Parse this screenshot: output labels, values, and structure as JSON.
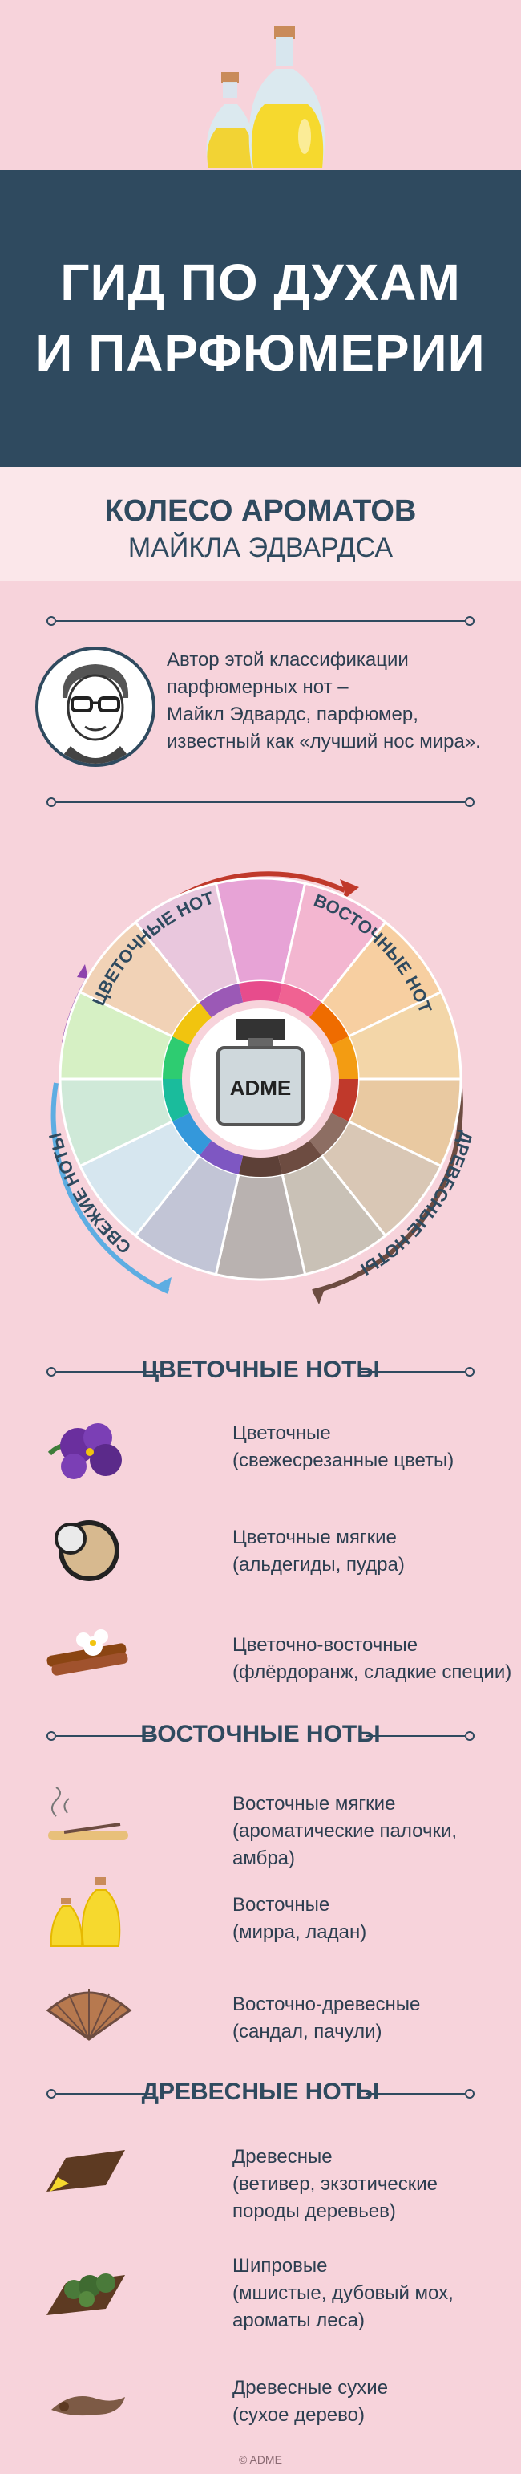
{
  "header": {
    "title_line1": "ГИД ПО ДУХАМ",
    "title_line2": "И ПАРФЮМЕРИИ"
  },
  "subheader": {
    "line1": "КОЛЕСО АРОМАТОВ",
    "line2": "МАЙКЛА ЭДВАРДСА"
  },
  "author": {
    "line1": "Автор этой классификации",
    "line2": "парфюмерных нот –",
    "line3": "Майкл Эдвардс, парфюмер,",
    "line4": "известный как «лучший нос мира»."
  },
  "wheel": {
    "center_label": "ADME",
    "label_floral": "ЦВЕТОЧНЫЕ НОТЫ",
    "label_oriental": "ВОСТОЧНЫЕ НОТЫ",
    "label_woody": "ДРЕВЕСНЫЕ НОТЫ",
    "label_fresh": "СВЕЖИЕ НОТЫ",
    "colors": {
      "floral": "#9b59b6",
      "oriental": "#e74c3c",
      "woody": "#7f5539",
      "fresh": "#27ae60"
    }
  },
  "sections": {
    "floral": {
      "title": "ЦВЕТОЧНЫЕ НОТЫ",
      "items": [
        {
          "line1": "Цветочные",
          "line2": "(свежесрезанные цветы)"
        },
        {
          "line1": "Цветочные мягкие",
          "line2": "(альдегиды, пудра)"
        },
        {
          "line1": "Цветочно-восточные",
          "line2": "(флёрдоранж, сладкие специи)"
        }
      ]
    },
    "oriental": {
      "title": "ВОСТОЧНЫЕ НОТЫ",
      "items": [
        {
          "line1": "Восточные мягкие",
          "line2": "(ароматические палочки, амбра)"
        },
        {
          "line1": "Восточные",
          "line2": "(мирра, ладан)"
        },
        {
          "line1": "Восточно-древесные",
          "line2": "(сандал, пачули)"
        }
      ]
    },
    "woody": {
      "title": "ДРЕВЕСНЫЕ НОТЫ",
      "items": [
        {
          "line1": "Древесные",
          "line2": "(ветивер, экзотические",
          "line3": "породы деревьев)"
        },
        {
          "line1": "Шипровые",
          "line2": "(мшистые, дубовый мох,",
          "line3": "ароматы леса)"
        },
        {
          "line1": "Древесные сухие",
          "line2": "(сухое дерево)"
        }
      ]
    }
  },
  "footer": {
    "copyright": "© ADME"
  }
}
